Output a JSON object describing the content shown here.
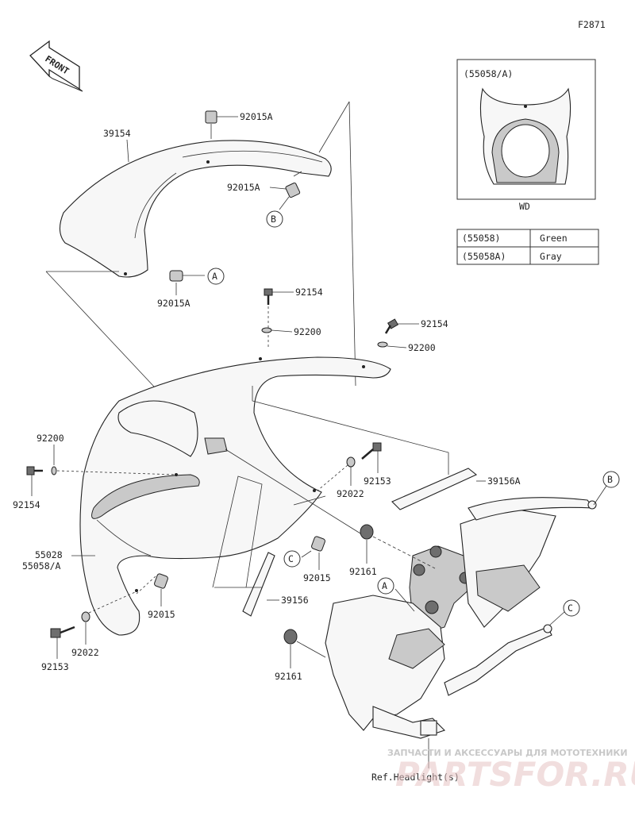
{
  "figure_code": "F2871",
  "front_arrow_label": "FRONT",
  "inset": {
    "title": "(55058/A)",
    "caption": "WD"
  },
  "color_table": [
    {
      "part": "(55058)",
      "color": "Green"
    },
    {
      "part": "(55058A)",
      "color": "Gray"
    }
  ],
  "callouts": {
    "A": "A",
    "B": "B",
    "C": "C"
  },
  "part_labels": {
    "p39154": "39154",
    "p92015A_top": "92015A",
    "p92015A_mid": "92015A",
    "p92015A_low": "92015A",
    "p92154_a": "92154",
    "p92200_a": "92200",
    "p92154_b": "92154",
    "p92200_b": "92200",
    "p92200_c": "92200",
    "p92154_c": "92154",
    "p92153_a": "92153",
    "p92022_a": "92022",
    "p39156A": "39156A",
    "p55028": "55028",
    "p55058A": "55058/A",
    "p92015_a": "92015",
    "p92161_a": "92161",
    "p39156": "39156",
    "p92015_b": "92015",
    "p92022_b": "92022",
    "p92153_b": "92153",
    "p92161_b": "92161"
  },
  "reference_note": "Ref.Headlight(s)",
  "watermark": {
    "tagline": "ЗАПЧАСТИ И АКСЕССУАРЫ ДЛЯ МОТОТЕХНИКИ",
    "brand": "PARTSFOR.RU"
  }
}
